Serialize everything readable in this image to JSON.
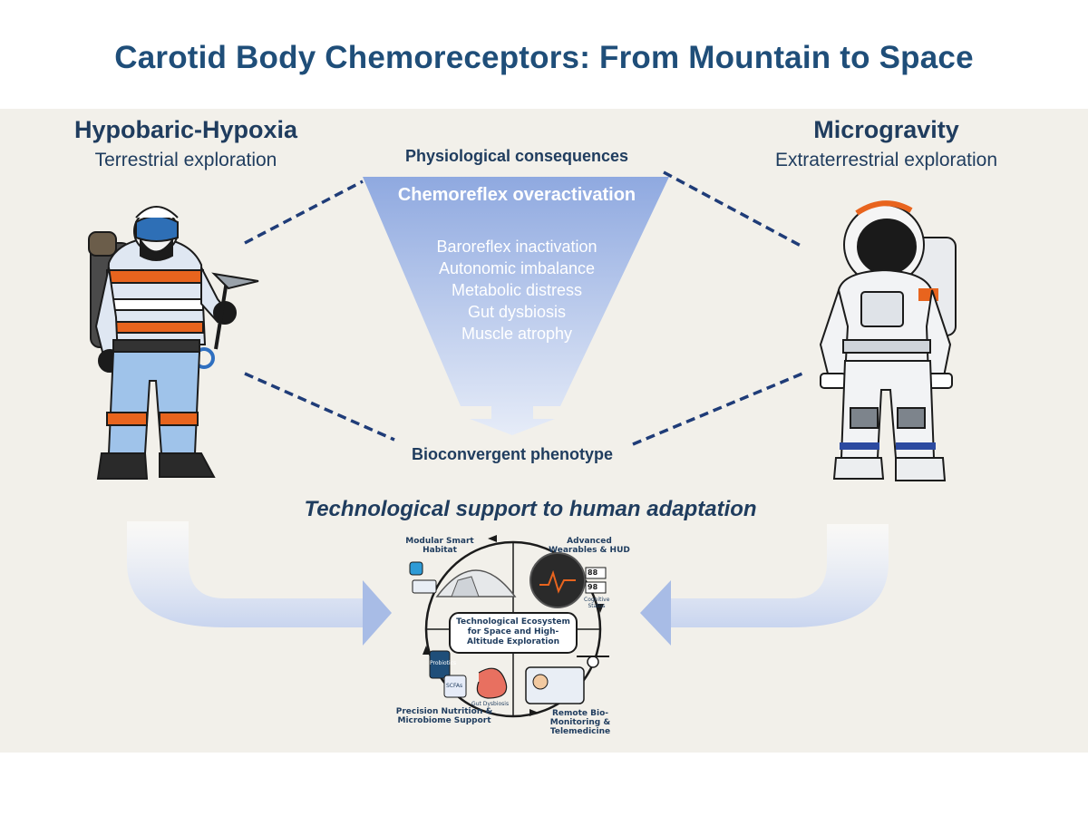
{
  "title": "Carotid Body Chemoreceptors: From Mountain to Space",
  "left": {
    "heading": "Hypobaric-Hypoxia",
    "subheading": "Terrestrial exploration"
  },
  "right": {
    "heading": "Microgravity",
    "subheading": "Extraterrestrial exploration"
  },
  "center": {
    "top_label": "Physiological consequences",
    "funnel_title": "Chemoreflex overactivation",
    "items": [
      "Baroreflex inactivation",
      "Autonomic imbalance",
      "Metabolic distress",
      "Gut dysbiosis",
      "Muscle atrophy"
    ],
    "bottom_label": "Bioconvergent phenotype"
  },
  "support_title": "Technological support to human adaptation",
  "ecosystem": {
    "center": "Technological Ecosystem for Space and High-Altitude Exploration",
    "habitat": "Modular Smart Habitat",
    "wearables": "Advanced Wearables & HUD",
    "nutrition": "Precision Nutrition & Microbiome Support",
    "monitoring": "Remote Bio- Monitoring & Telemedicine",
    "probiotics": "Probiotics",
    "scfas": "SCFAs",
    "gut_dysbiosis": "Gut Dysbiosis",
    "cognitive": "Cognitive Status",
    "hud_value_1": "88",
    "hud_value_2": "98"
  },
  "colors": {
    "title": "#1f4e79",
    "text": "#1f3c5e",
    "panel": "#f2f0ea",
    "funnel_top": "#8fa9e0",
    "funnel_bottom": "#e6ecf8",
    "accent_orange": "#e8641e"
  }
}
